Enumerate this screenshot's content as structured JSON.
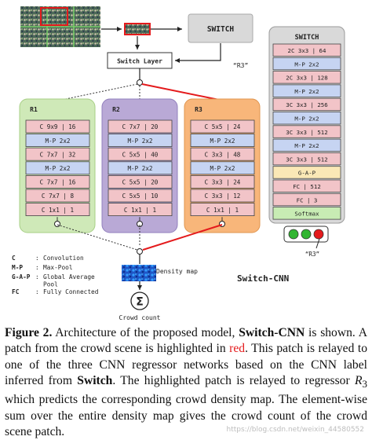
{
  "diagram": {
    "switch_box_label": "SWITCH",
    "switch_layer_label": "Switch Layer",
    "switch_output_label": "“R3”",
    "regressors": [
      {
        "name": "R1",
        "color": "#cfe9b8",
        "border": "#a7cf86",
        "layers": [
          {
            "text": "C 9x9 | 16",
            "kind": "conv"
          },
          {
            "text": "M-P 2x2",
            "kind": "pool"
          },
          {
            "text": "C 7x7 | 32",
            "kind": "conv"
          },
          {
            "text": "M-P 2x2",
            "kind": "pool"
          },
          {
            "text": "C 7x7 | 16",
            "kind": "conv"
          },
          {
            "text": "C 7x7 | 8",
            "kind": "conv"
          },
          {
            "text": "C 1x1 | 1",
            "kind": "conv"
          }
        ]
      },
      {
        "name": "R2",
        "color": "#b9a9d6",
        "border": "#9280bd",
        "layers": [
          {
            "text": "C 7x7 | 20",
            "kind": "conv"
          },
          {
            "text": "M-P 2x2",
            "kind": "pool"
          },
          {
            "text": "C 5x5 | 40",
            "kind": "conv"
          },
          {
            "text": "M-P 2x2",
            "kind": "pool"
          },
          {
            "text": "C 5x5 | 20",
            "kind": "conv"
          },
          {
            "text": "C 5x5 | 10",
            "kind": "conv"
          },
          {
            "text": "C 1x1 | 1",
            "kind": "conv"
          }
        ]
      },
      {
        "name": "R3",
        "color": "#f8b67a",
        "border": "#e0954f",
        "layers": [
          {
            "text": "C 5x5 | 24",
            "kind": "conv"
          },
          {
            "text": "M-P 2x2",
            "kind": "pool"
          },
          {
            "text": "C 3x3 | 48",
            "kind": "conv"
          },
          {
            "text": "M-P 2x2",
            "kind": "pool"
          },
          {
            "text": "C 3x3 | 24",
            "kind": "conv"
          },
          {
            "text": "C 3x3 | 12",
            "kind": "conv"
          },
          {
            "text": "C 1x1 | 1",
            "kind": "conv"
          }
        ]
      }
    ],
    "switch_net": {
      "title": "SWITCH",
      "layers": [
        {
          "text": "2C 3x3 | 64",
          "kind": "conv"
        },
        {
          "text": "M-P 2x2",
          "kind": "pool"
        },
        {
          "text": "2C 3x3 | 128",
          "kind": "conv"
        },
        {
          "text": "M-P 2x2",
          "kind": "pool"
        },
        {
          "text": "3C 3x3 | 256",
          "kind": "conv"
        },
        {
          "text": "M-P 2x2",
          "kind": "pool"
        },
        {
          "text": "3C 3x3 | 512",
          "kind": "conv"
        },
        {
          "text": "M-P 2x2",
          "kind": "pool"
        },
        {
          "text": "3C 3x3 | 512",
          "kind": "conv"
        },
        {
          "text": "G-A-P",
          "kind": "gap"
        },
        {
          "text": "FC | 512",
          "kind": "conv"
        },
        {
          "text": "FC | 3",
          "kind": "conv"
        },
        {
          "text": "Softmax",
          "kind": "soft"
        }
      ],
      "output_label": "“R3”"
    },
    "legend": [
      {
        "key": "C",
        "sep": ":",
        "value": "Convolution"
      },
      {
        "key": "M-P",
        "sep": ":",
        "value": "Max-Pool"
      },
      {
        "key": "G-A-P",
        "sep": ":",
        "value": "Global Average Pool"
      },
      {
        "key": "FC",
        "sep": ":",
        "value": "Fully Connected"
      }
    ],
    "density_map_label": "Density map",
    "sum_symbol": "Σ",
    "crowd_count_label": "Crowd count",
    "model_name": "Switch-CNN",
    "colors": {
      "conv": "#f2c4c8",
      "pool": "#c6d4f2",
      "gap": "#fae8b6",
      "soft": "#c8ecb4",
      "switch_panel": "#d9d9d9",
      "highlight": "#e41a1c",
      "lights": [
        "#31b531",
        "#31b531",
        "#e41a1c"
      ]
    }
  },
  "caption": {
    "fig_label": "Figure 2.",
    "t1": " Architecture of the proposed model, ",
    "model": "Switch-CNN",
    "t2": " is shown. A patch from the crowd scene is highlighted in ",
    "red_word": "red",
    "t3": ". This patch is relayed to one of the three CNN regressor networks based on the CNN label inferred from ",
    "switch_word": "Switch",
    "t4": ". The highlighted patch is relayed to regressor ",
    "reg_symbol": "R",
    "reg_sub": "3",
    "t5": " which predicts the corresponding crowd density map. The element-wise sum over the entire density map gives the crowd count of the crowd scene patch."
  },
  "watermark": "https://blog.csdn.net/weixin_44580552"
}
